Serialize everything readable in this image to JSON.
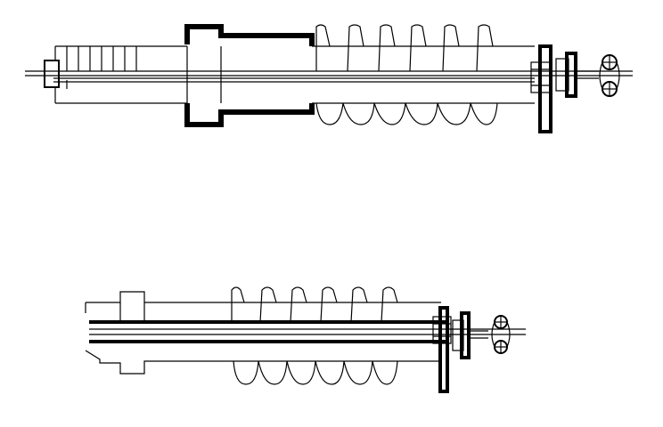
{
  "figure": {
    "components": [
      {
        "id": "top",
        "shed_count_upper": 6,
        "shed_count_lower": 6
      },
      {
        "id": "bottom",
        "shed_count_upper": 6,
        "shed_count_lower": 6
      }
    ]
  }
}
